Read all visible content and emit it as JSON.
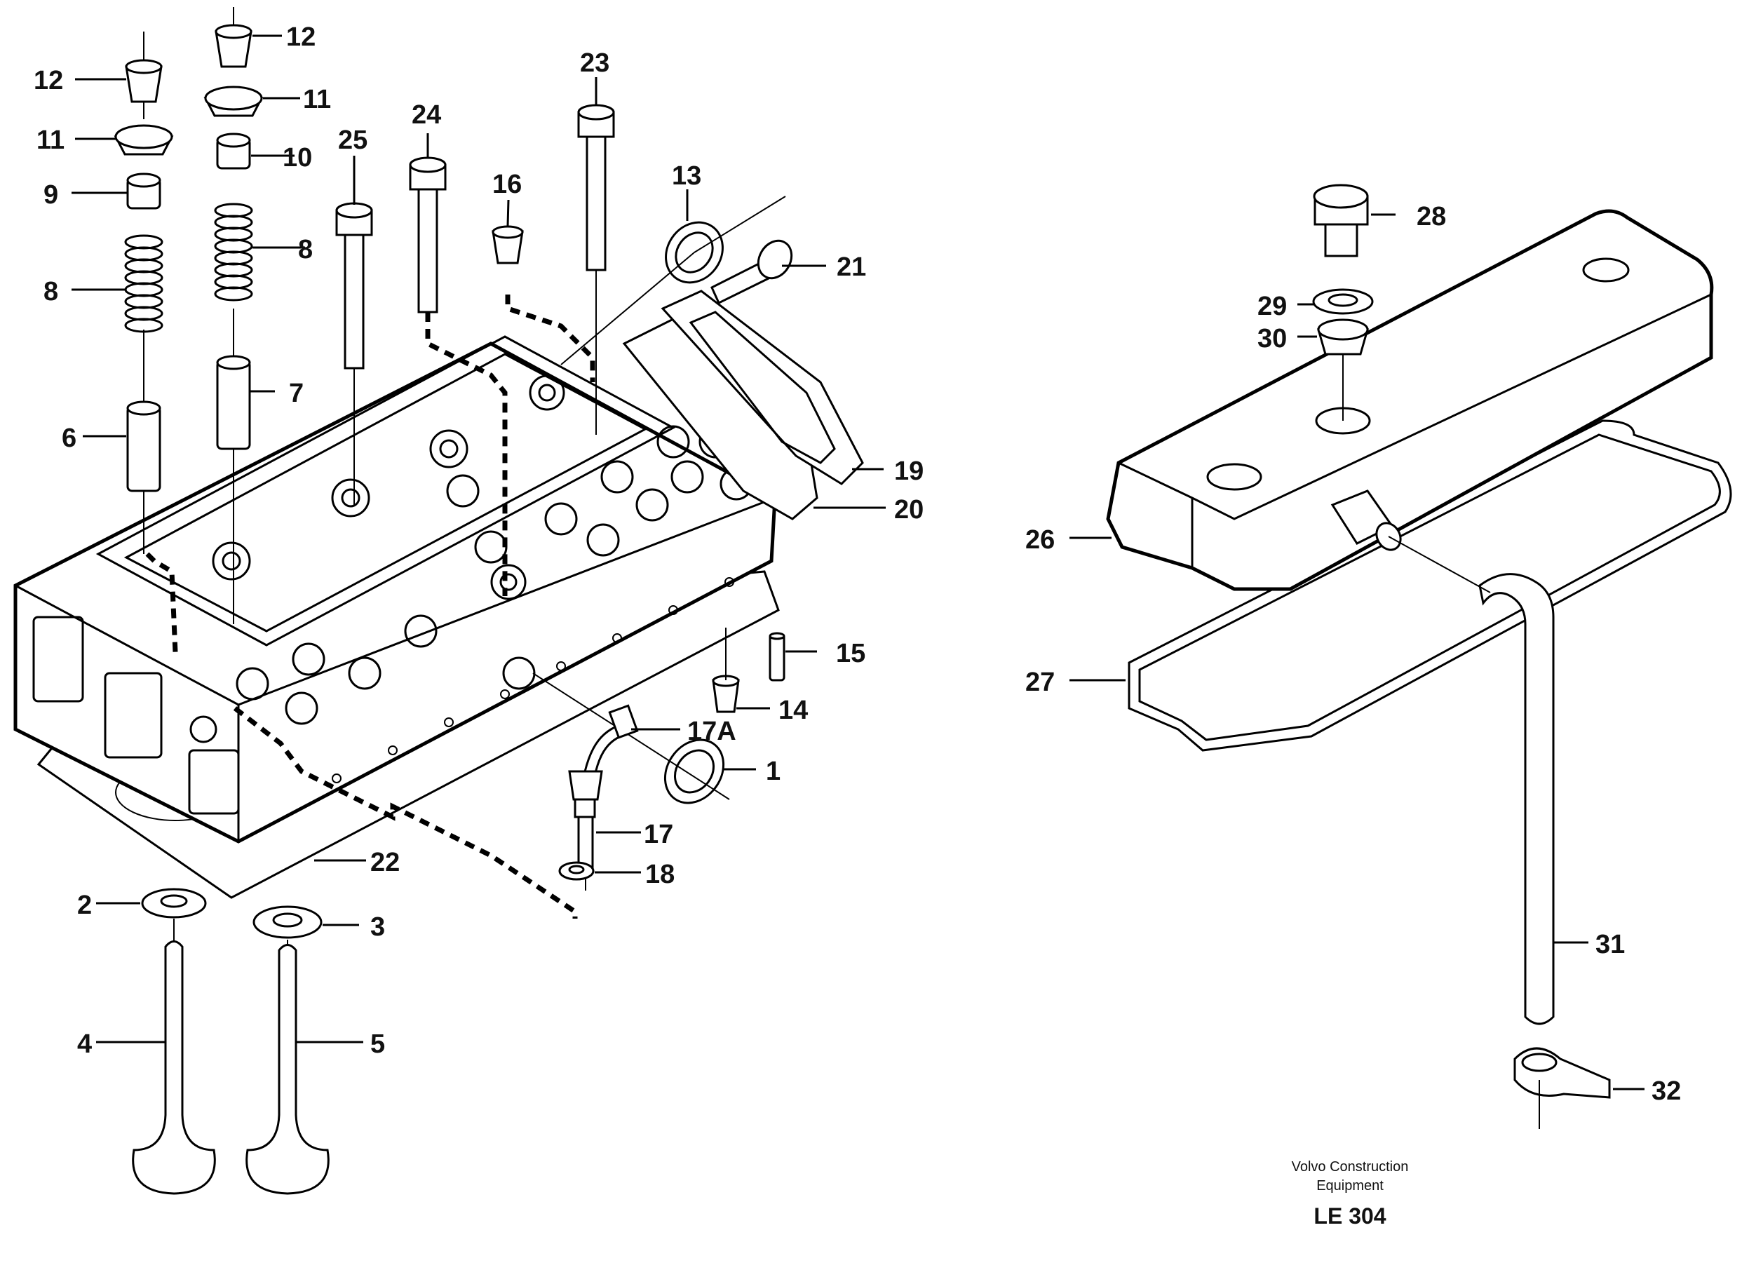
{
  "labels": {
    "p1": "1",
    "p2": "2",
    "p3": "3",
    "p4": "4",
    "p5": "5",
    "p6": "6",
    "p7": "7",
    "p8a": "8",
    "p8b": "8",
    "p9": "9",
    "p10": "10",
    "p11a": "11",
    "p11b": "11",
    "p12a": "12",
    "p12b": "12",
    "p13": "13",
    "p14": "14",
    "p15": "15",
    "p16": "16",
    "p17": "17",
    "p17a": "17A",
    "p18": "18",
    "p19": "19",
    "p20": "20",
    "p21": "21",
    "p22": "22",
    "p23": "23",
    "p24": "24",
    "p25": "25",
    "p26": "26",
    "p27": "27",
    "p28": "28",
    "p29": "29",
    "p30": "30",
    "p31": "31",
    "p32": "32"
  },
  "credit": {
    "line1": "Volvo Construction",
    "line2": "Equipment",
    "code": "LE 304"
  }
}
